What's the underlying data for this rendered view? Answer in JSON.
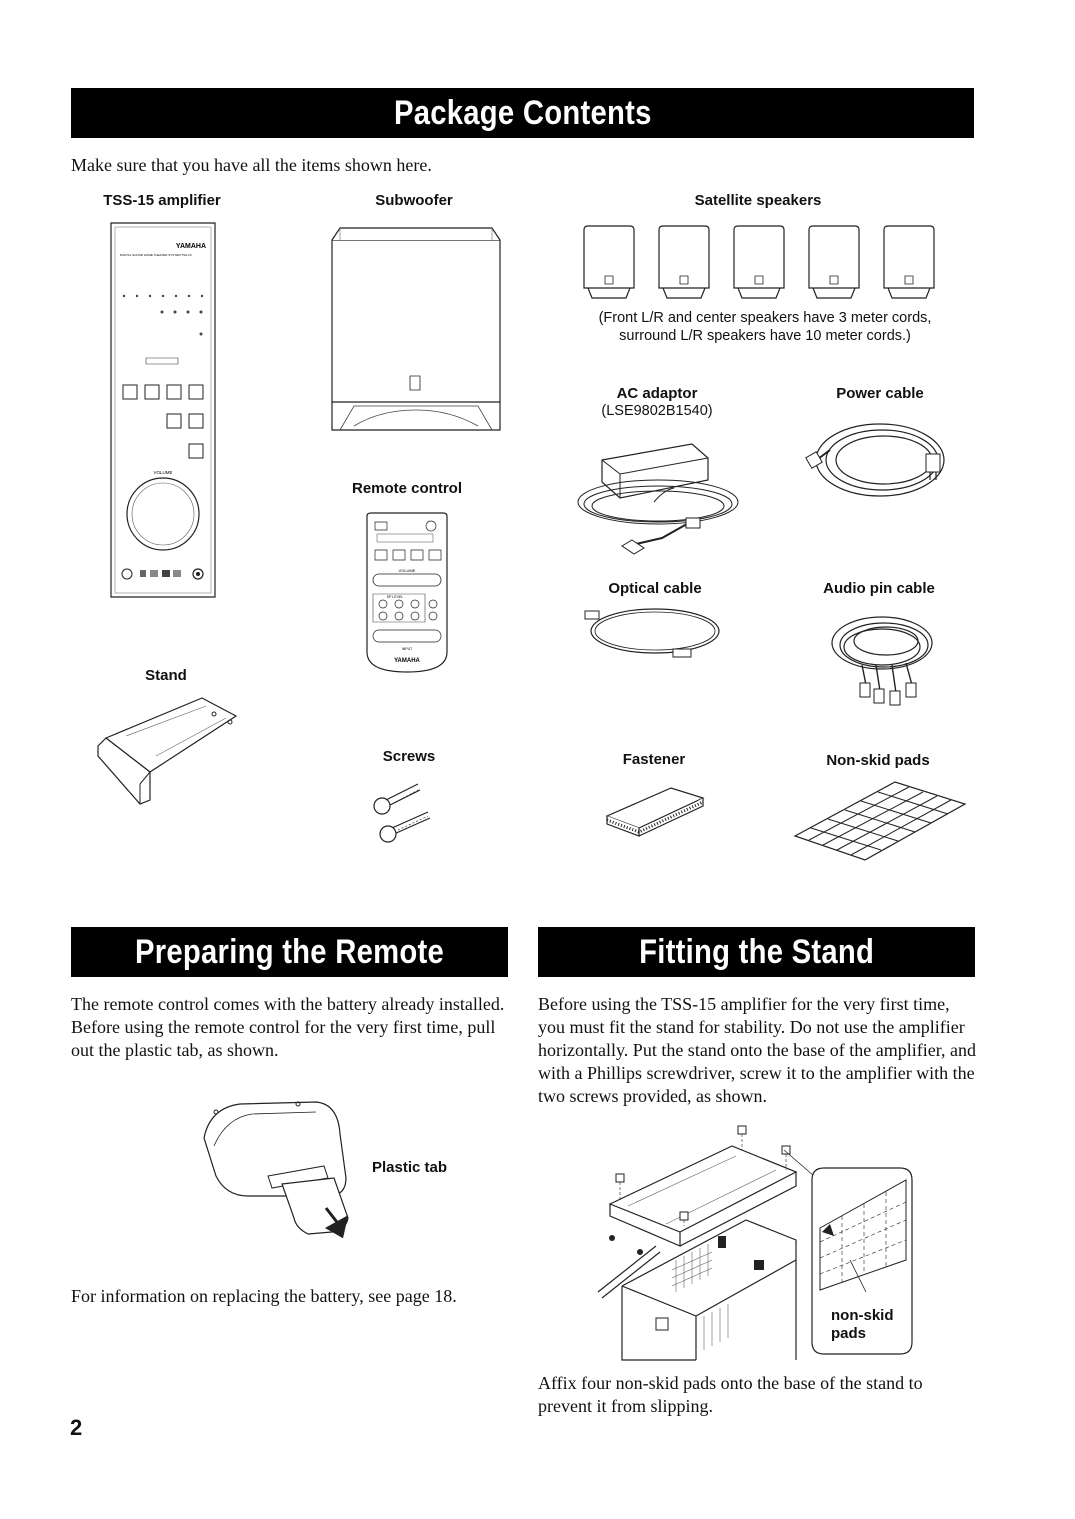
{
  "sections": {
    "package": {
      "title": "Package Contents",
      "intro": "Make sure that you have all the items shown here.",
      "items": {
        "amplifier": "TSS-15 amplifier",
        "subwoofer": "Subwoofer",
        "satellites": "Satellite speakers",
        "satellite_note_line1": "(Front L/R and center speakers have 3 meter cords,",
        "satellite_note_line2": "surround L/R speakers have 10 meter cords.)",
        "ac_adaptor": "AC adaptor",
        "ac_adaptor_model": "(LSE9802B1540)",
        "power_cable": "Power cable",
        "remote": "Remote control",
        "optical": "Optical cable",
        "audio_pin": "Audio pin cable",
        "stand": "Stand",
        "screws": "Screws",
        "fastener": "Fastener",
        "nonskid": "Non-skid pads"
      },
      "amp_panel": {
        "brand": "YAMAHA",
        "model_line": "DIGITAL SOUND HOME THEATER SYSTEM   TSS-15",
        "volume": "VOLUME"
      },
      "remote_panel": {
        "brand": "YAMAHA",
        "volume": "VOLUME",
        "input": "INPUT",
        "sp_level": "SP LEVEL"
      }
    },
    "remote": {
      "title": "Preparing the Remote Control",
      "body": "The remote control comes with the battery already installed. Before using the remote control for the very first time, pull out the plastic tab, as shown.",
      "callout": "Plastic tab",
      "footer": "For information on replacing the battery, see page 18."
    },
    "stand": {
      "title": "Fitting the Stand",
      "body": "Before using the TSS-15 amplifier for the very first time, you must fit the stand for stability. Do not use the amplifier horizontally. Put the stand onto the base of the amplifier, and with a Phillips screwdriver, screw it to the amplifier with the two screws provided, as shown.",
      "callout_line1": "non-skid",
      "callout_line2": "pads",
      "footer": "Affix four non-skid pads onto the base of the stand to prevent it from slipping."
    }
  },
  "page_number": "2"
}
